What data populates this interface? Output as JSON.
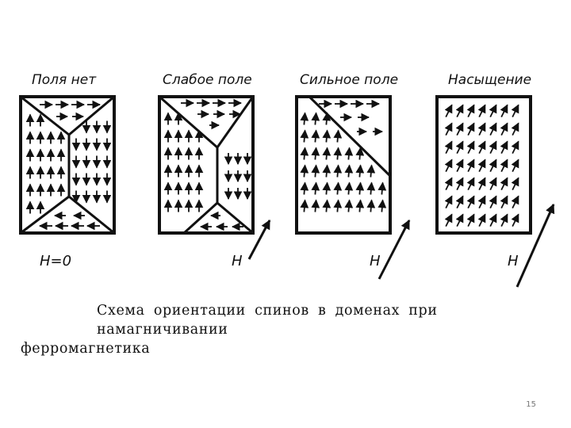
{
  "panels": [
    {
      "title": "Поля нет",
      "field_label": "H=0"
    },
    {
      "title": "Слабое поле",
      "field_label": "H"
    },
    {
      "title": "Сильное поле",
      "field_label": "H"
    },
    {
      "title": "Насыщение",
      "field_label": "H"
    }
  ],
  "caption": {
    "line1": "Схема ориентации спинов в доменах при намагничивании",
    "line2": "ферромагнетика"
  },
  "page_number": "15",
  "colors": {
    "ink": "#111111",
    "background": "#ffffff"
  }
}
